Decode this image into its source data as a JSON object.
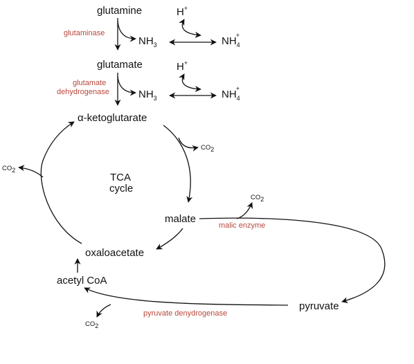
{
  "molecules": {
    "glutamine": "glutamine",
    "glutamate": "glutamate",
    "nh3": "NH",
    "nh3_sub": "3",
    "nh4": "NH",
    "nh4_sub": "4",
    "nh4_sup": "+",
    "h": "H",
    "h_sup": "+",
    "akg": "α-ketoglutarate",
    "malate": "malate",
    "oxaloacetate": "oxaloacetate",
    "acetyl_coa": "acetyl CoA",
    "pyruvate": "pyruvate",
    "co2": "CO",
    "co2_sub": "2"
  },
  "enzymes": {
    "glutaminase": "glutaminase",
    "gdh_line1": "glutamate",
    "gdh_line2": "dehydrogenase",
    "malic_enzyme": "malic enzyme",
    "pdh": "pyruvate denydrogenase"
  },
  "cycle": {
    "line1": "TCA",
    "line2": "cycle"
  },
  "colors": {
    "enzyme_label": "#b8473a",
    "ink": "#111111"
  }
}
